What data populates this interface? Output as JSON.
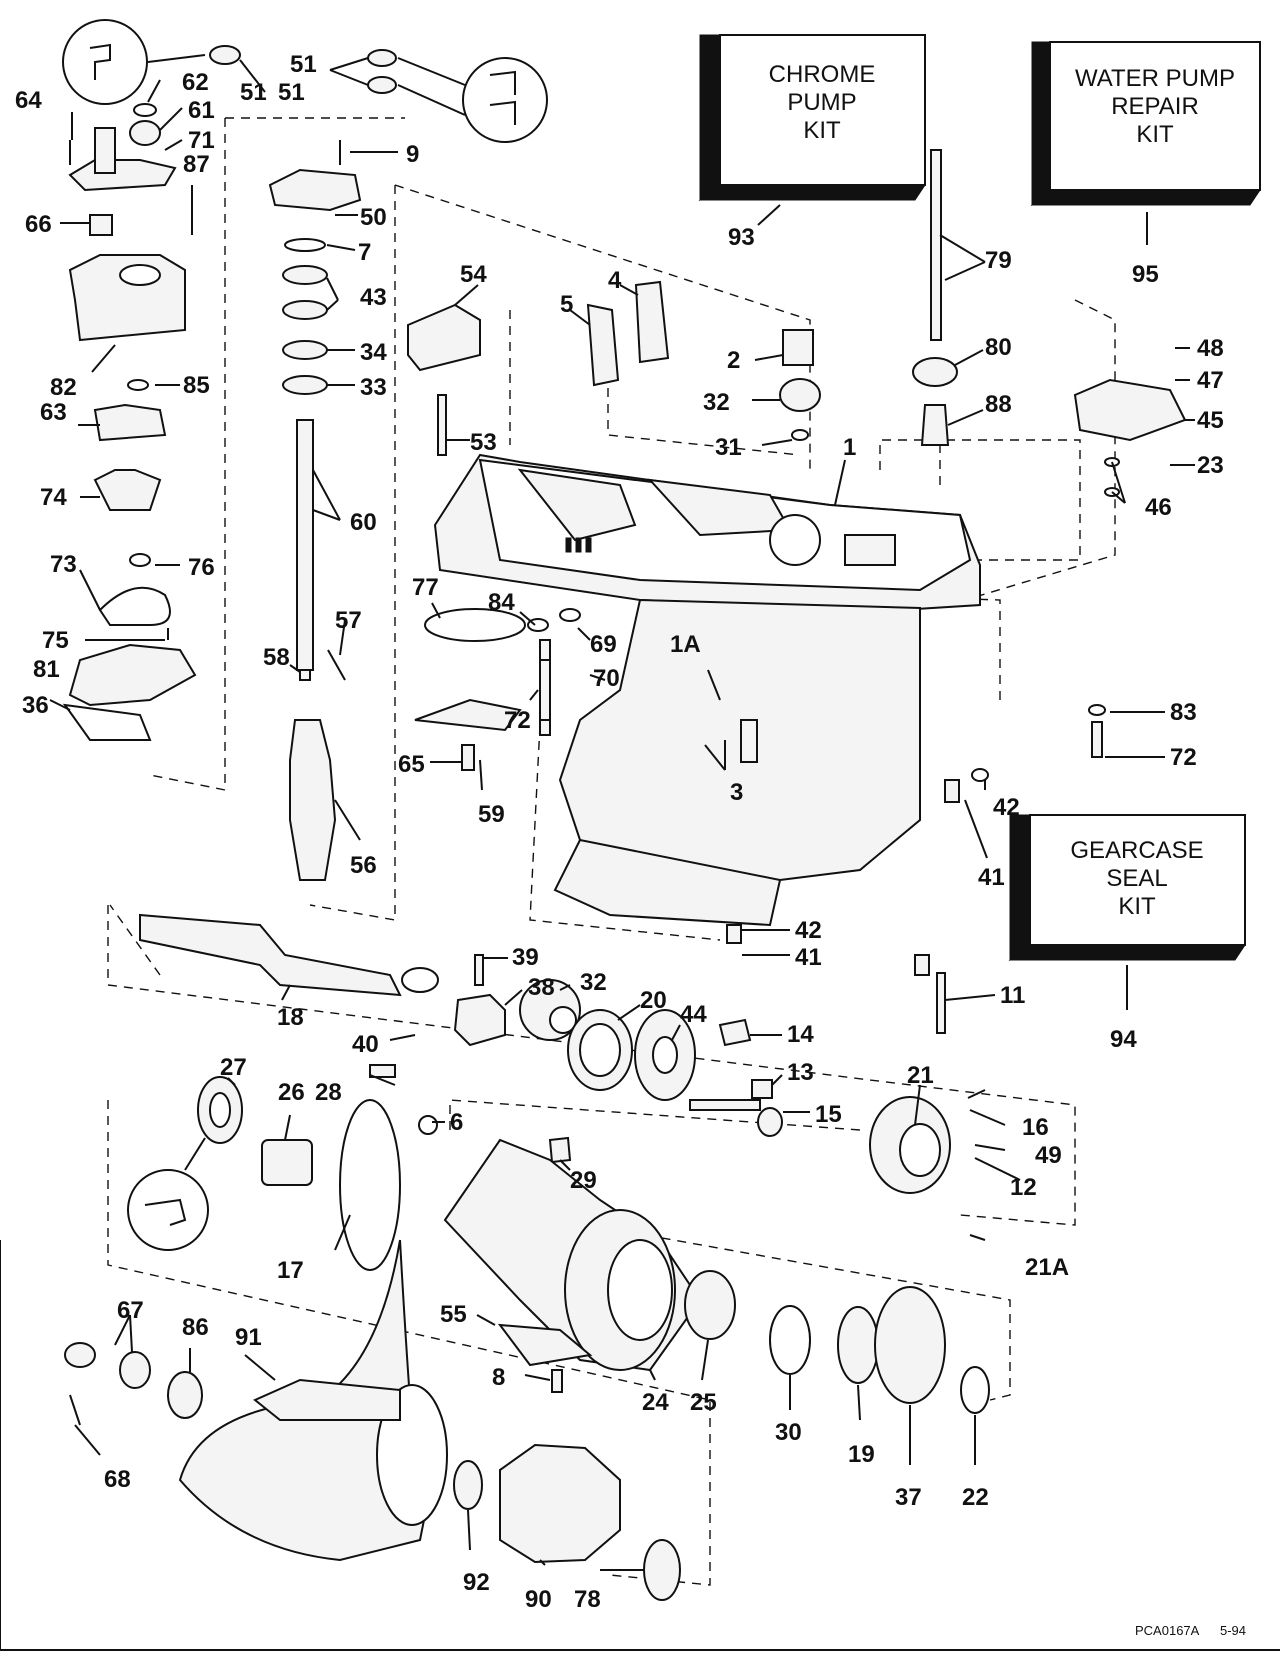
{
  "kits": [
    {
      "id": "chrome-pump-kit",
      "lines": [
        "CHROME",
        "PUMP",
        "KIT"
      ],
      "number": "93"
    },
    {
      "id": "water-pump-repair-kit",
      "lines": [
        "WATER PUMP",
        "REPAIR",
        "KIT"
      ],
      "number": "95"
    },
    {
      "id": "gearcase-seal-kit",
      "lines": [
        "GEARCASE",
        "SEAL",
        "KIT"
      ],
      "number": "94"
    }
  ],
  "labels": [
    "64",
    "62",
    "61",
    "71",
    "87",
    "66",
    "82",
    "85",
    "63",
    "74",
    "73",
    "76",
    "75",
    "81",
    "36",
    "51",
    "51",
    "51",
    "9",
    "50",
    "7",
    "43",
    "34",
    "33",
    "60",
    "57",
    "58",
    "56",
    "54",
    "53",
    "5",
    "4",
    "2",
    "32",
    "31",
    "1",
    "77",
    "84",
    "69",
    "70",
    "72",
    "65",
    "59",
    "1A",
    "3",
    "80",
    "88",
    "79",
    "48",
    "47",
    "45",
    "23",
    "46",
    "83",
    "72",
    "42",
    "41",
    "42",
    "41",
    "18",
    "40",
    "39",
    "38",
    "32",
    "20",
    "44",
    "14",
    "13",
    "15",
    "11",
    "21",
    "16",
    "49",
    "12",
    "21A",
    "27",
    "26",
    "28",
    "6",
    "29",
    "17",
    "55",
    "8",
    "24",
    "25",
    "30",
    "19",
    "37",
    "22",
    "67",
    "86",
    "91",
    "68",
    "92",
    "90",
    "78"
  ],
  "footer": {
    "code": "PCA0167A",
    "date": "5-94"
  }
}
